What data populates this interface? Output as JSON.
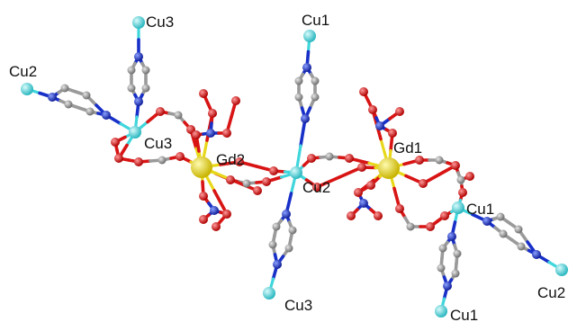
{
  "colors": {
    "background": "#ffffff",
    "Cu": "#3fd6dc",
    "Gd": "#e8d81a",
    "O": "#d81414",
    "N": "#1830c8",
    "C": "#9a9a9a"
  },
  "labels": {
    "cu3_top": "Cu3",
    "cu2_left": "Cu2",
    "cu3_center": "Cu3",
    "gd2": "Gd2",
    "cu1_top": "Cu1",
    "cu2_mid": "Cu2",
    "gd1": "Gd1",
    "cu1_right": "Cu1",
    "cu3_bottom": "Cu3",
    "cu2_right": "Cu2",
    "cu1_bottom": "Cu1"
  }
}
